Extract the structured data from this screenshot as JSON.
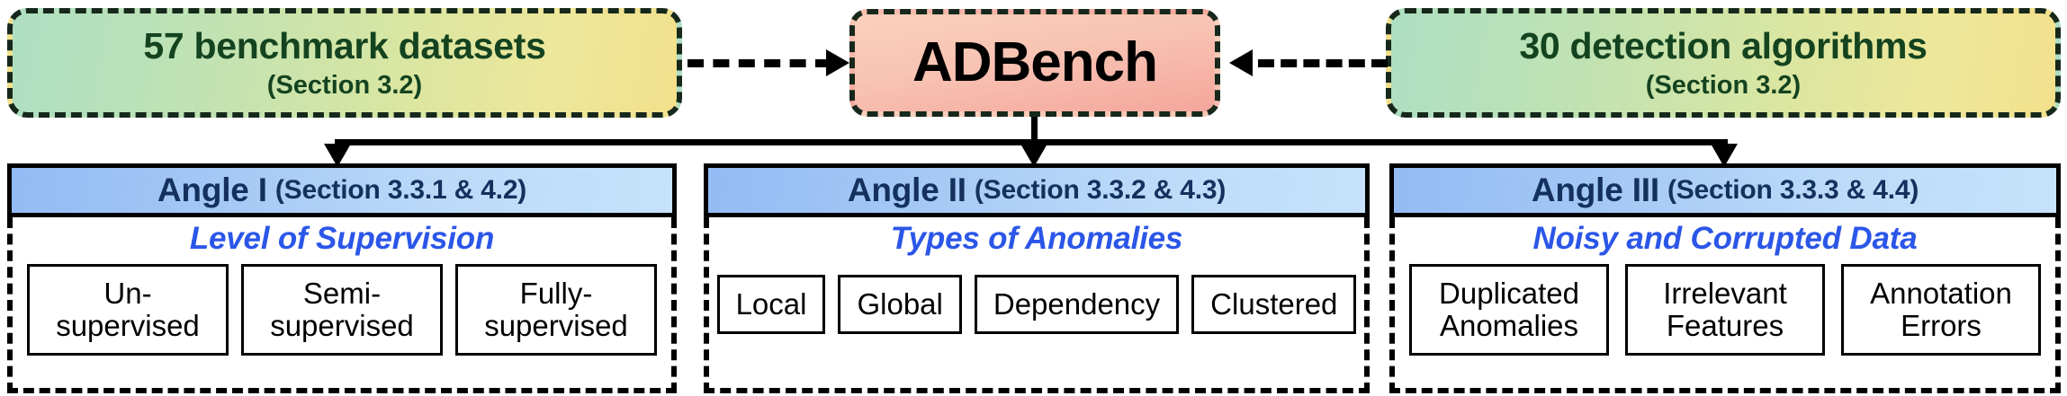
{
  "figure": {
    "title": "ADBench overview diagram"
  },
  "top": {
    "datasets": {
      "title": "57 benchmark datasets",
      "section": "(Section 3.2)"
    },
    "center": {
      "title": "ADBench"
    },
    "algorithms": {
      "title": "30 detection algorithms",
      "section": "(Section 3.2)"
    }
  },
  "angles": [
    {
      "header_main": "Angle I",
      "header_sub": "(Section 3.3.1 & 4.2)",
      "subtitle": "Level of Supervision",
      "chips": [
        "Un-\nsupervised",
        "Semi-\nsupervised",
        "Fully-\nsupervised"
      ]
    },
    {
      "header_main": "Angle II",
      "header_sub": "(Section 3.3.2 & 4.3)",
      "subtitle": "Types of Anomalies",
      "chips": [
        "Local",
        "Global",
        "Dependency",
        "Clustered"
      ]
    },
    {
      "header_main": "Angle III",
      "header_sub": "(Section 3.3.3 & 4.4)",
      "subtitle": "Noisy and Corrupted Data",
      "chips": [
        "Duplicated\nAnomalies",
        "Irrelevant\nFeatures",
        "Annotation\nErrors"
      ]
    }
  ],
  "colors": {
    "top_box_border": "#16281b",
    "top_box_text": "#14431f",
    "top_gradient_start": "#aedfc2",
    "top_gradient_end": "#f2e08c",
    "adbench_gradient_start": "#fbd0bd",
    "adbench_gradient_end": "#f4a69c",
    "angle_header_gradient_start": "#93bcf4",
    "angle_header_gradient_end": "#c6e3fb",
    "angle_header_text": "#14315e",
    "angle_subtitle_text": "#2b56e8",
    "connector": "#000000"
  }
}
